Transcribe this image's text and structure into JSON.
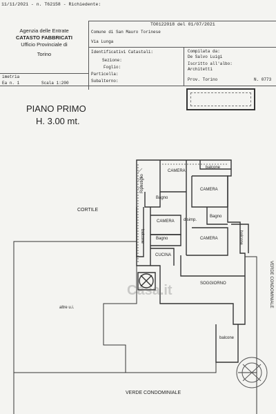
{
  "header": {
    "top_line": "11/11/2021 - n. T62158 - Richiedente:",
    "agency": "Agenzia delle Entrate",
    "catasto": "CATASTO FABBRICATI",
    "ufficio": "Ufficio Provinciale di",
    "city": "Torino",
    "scheda_ref": "TO0122018 del  01/07/2021",
    "comune": "Comune di San Mauro Torinese",
    "via": "Via Lunga",
    "identificativi": "Identificativi Catastali:",
    "sezione": "Sezione:",
    "foglio": "Foglio:",
    "particella": "Particella:",
    "subalterno": "Subalterno:",
    "compilata": "Compilata da:",
    "compilatore": "De Salvo Luigi",
    "iscritto": "Iscritto all'albo:",
    "albo": "Architetti",
    "prov": "Prov. Torino",
    "numero": "N. 0773",
    "geometria": "imetria",
    "scala_sheet": "Ea n. 1",
    "scala": "Scala 1:200"
  },
  "plan": {
    "floor": "PIANO PRIMO",
    "height": "H. 3.00 mt.",
    "rooms": {
      "camera_1": "CAMERA",
      "camera_2": "CAMERA",
      "camera_3": "CAMERA",
      "camera_4": "CAMERA",
      "balcone_1": "balcone",
      "balcone_2": "balcone",
      "balcone_3": "balcone",
      "balcone_4": "balcone",
      "ripostiglio": "Ripostiglio",
      "bagno_1": "Bagno",
      "bagno_2": "Bagno",
      "bagno_3": "Bagno",
      "disimpegno": "disimp.",
      "cucina": "CUCINA",
      "soggiorno": "SOGGIORNO"
    },
    "cortile": "CORTILE",
    "altre_ui": "altre u.i.",
    "verde_bottom": "VERDE CONDOMINIALE",
    "verde_side": "VERDE CONDOMINIALE"
  },
  "watermark": "Casa.it"
}
